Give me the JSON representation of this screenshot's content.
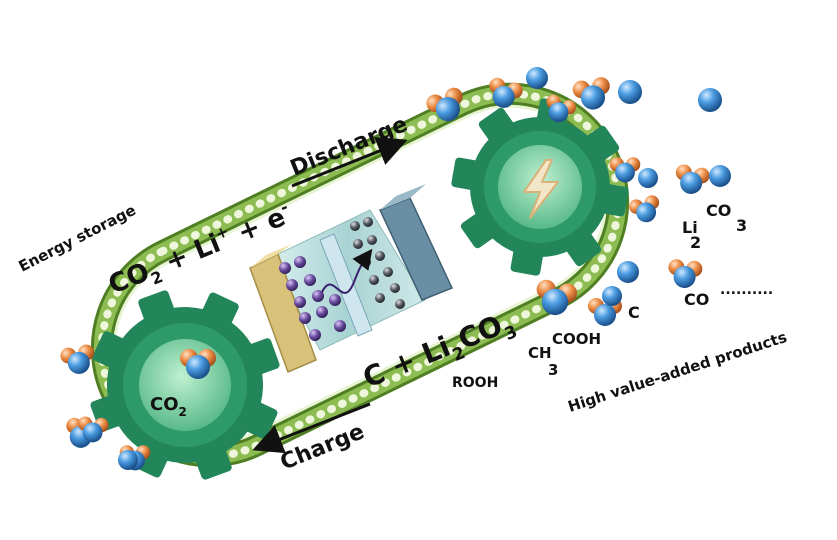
{
  "labels": {
    "energy_storage": "Energy storage",
    "discharge": "Discharge",
    "charge": "Charge",
    "reaction_top": {
      "a": "CO",
      "a_sub": "2",
      "b": " + Li",
      "b_sup": "+",
      "c": " + e",
      "c_sup": "-"
    },
    "reaction_bottom": {
      "a": "C + Li",
      "a_sub": "2",
      "b": "CO",
      "b_sub": "3"
    },
    "gear_co2": {
      "main": "CO",
      "sub": "2"
    },
    "li2co3": {
      "a": "Li",
      "a_sub": "2",
      "b": "CO",
      "b_sub": "3"
    },
    "c_product": "C",
    "co_product": "CO",
    "ellipsis": "..........",
    "rooh": "ROOH",
    "ch3cooh": {
      "a": "CH",
      "a_sub": "3",
      "b": "COOH"
    },
    "high_value": "High value-added products"
  },
  "colors": {
    "belt_outer": "#5a8a2a",
    "belt_fill": "#a9cf6b",
    "belt_bead": "#e8f3cf",
    "gear_dark": "#1f8a5e",
    "gear_light": "#7fd0a4",
    "electrode_left": "#d9c278",
    "electrode_right": "#6b8fa3",
    "electrolyte": "#bcdede",
    "ion_purple": "#6b4fa0",
    "ion_gray": "#5b5f67",
    "molecule_blue": "#3f8fd6",
    "molecule_orange": "#e58a45"
  },
  "icons": [
    "lightning-bolt-icon",
    "molecule-icon",
    "gear-icon",
    "arrow-right-icon",
    "arrow-left-icon"
  ]
}
